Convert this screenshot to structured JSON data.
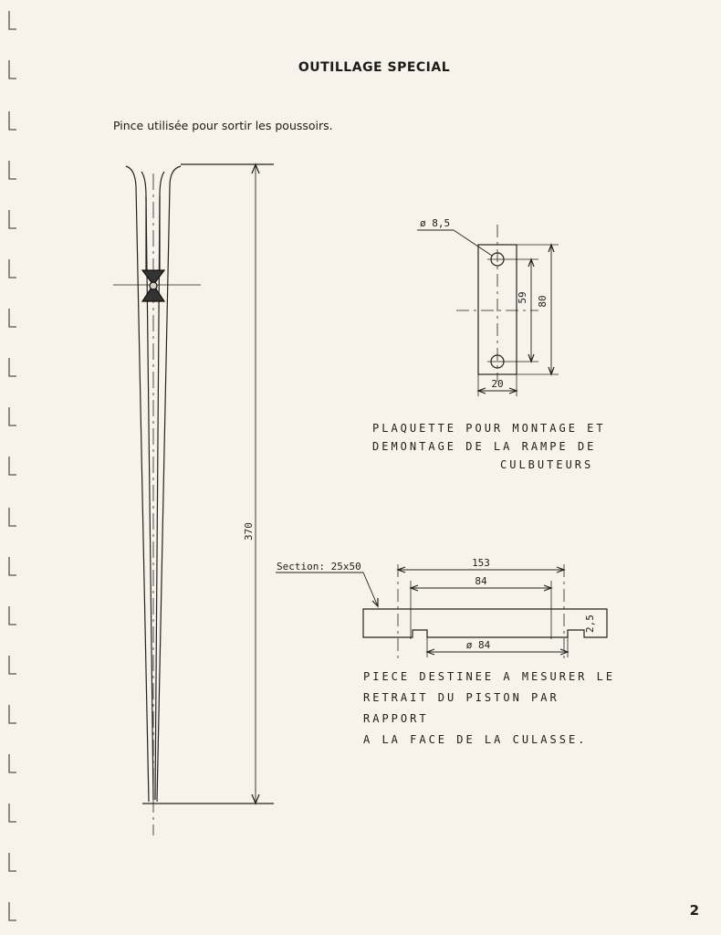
{
  "page": {
    "title": "OUTILLAGE SPECIAL",
    "caption": "Pince utilisée pour sortir les poussoirs.",
    "page_number": "2"
  },
  "tool_pliers": {
    "dim_length": "370"
  },
  "tool_plate": {
    "dim_hole": "ø 8,5",
    "dim_centers": "59",
    "dim_length": "80",
    "dim_width": "20",
    "description_lines": [
      "PLAQUETTE POUR MONTAGE ET",
      "DEMONTAGE DE LA RAMPE DE",
      "CULBUTEURS"
    ]
  },
  "tool_gauge": {
    "section_label": "Section: 25x50",
    "dim_overall": "153",
    "dim_inner": "84",
    "dim_bottom": "ø 84",
    "dim_height": "2,5",
    "description_lines": [
      "PIECE DESTINEE A MESURER LE",
      "RETRAIT DU PISTON PAR RAPPORT",
      "A LA FACE DE LA CULASSE."
    ]
  }
}
